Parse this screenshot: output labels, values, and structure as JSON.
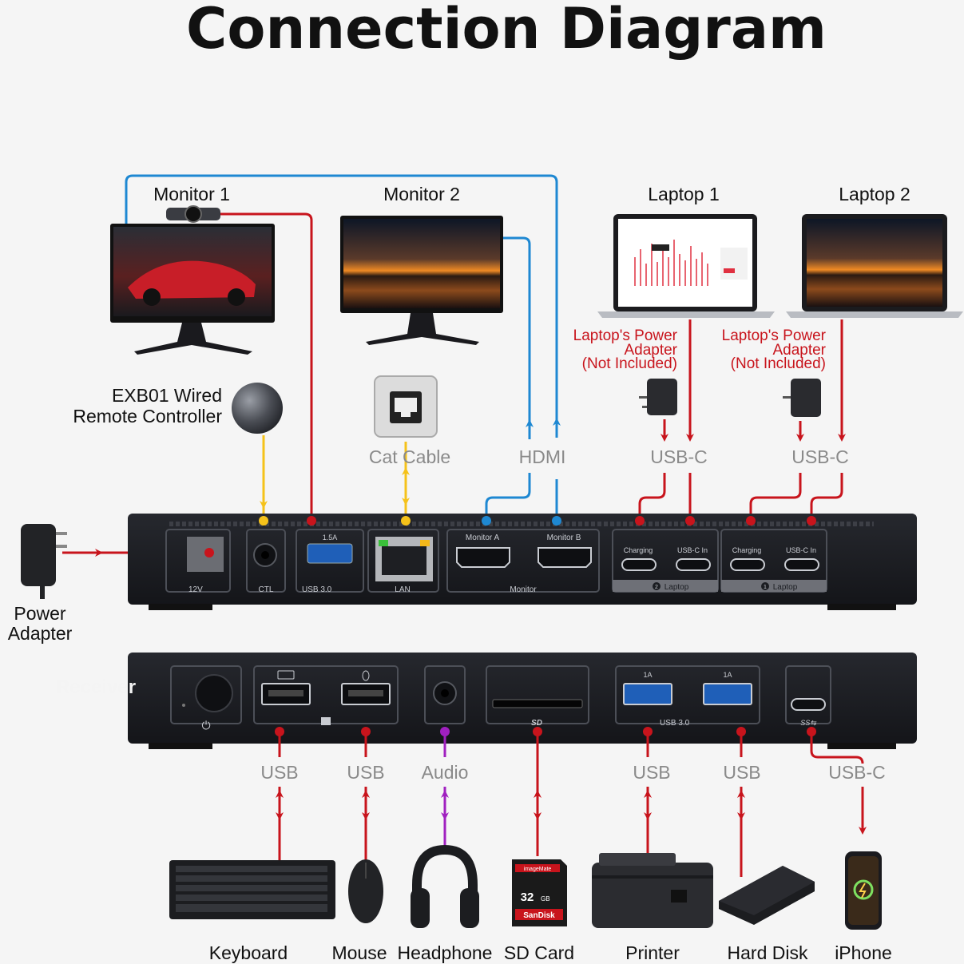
{
  "title": "Connection Diagram",
  "colors": {
    "red": "#c8141c",
    "blue": "#1e88d2",
    "yellow": "#f5c21a",
    "purple": "#a020c0",
    "dock": "#1b1d22",
    "port_label": "#c9ccd2",
    "conn_label": "#8a8a8a"
  },
  "devices": {
    "monitor1": "Monitor 1",
    "monitor2": "Monitor 2",
    "laptop1": "Laptop 1",
    "laptop2": "Laptop 2",
    "remote_line1": "EXB01 Wired",
    "remote_line2": "Remote Controller",
    "power_line1": "Power",
    "power_line2": "Adapter",
    "cat_cable": "Cat Cable",
    "adapter1_line1": "Laptop's Power",
    "adapter1_line2": "Adapter",
    "adapter1_line3": "(Not Included)",
    "adapter2_line1": "Laptop's Power",
    "adapter2_line2": "Adapter",
    "adapter2_line3": "(Not Included)"
  },
  "top_labels": {
    "hdmi": "HDMI",
    "usbc1": "USB-C",
    "usbc2": "USB-C"
  },
  "rear_ports": {
    "power": "12V",
    "ctl": "CTL",
    "usb_rating": "1.5A",
    "usb": "USB 3.0",
    "lan": "LAN",
    "monitor_a": "Monitor A",
    "monitor_b": "Monitor B",
    "monitor": "Monitor",
    "charging1": "Charging",
    "usbc_in1": "USB-C In",
    "charging2": "Charging",
    "usbc_in2": "USB-C In",
    "laptop2": "Laptop",
    "laptop1": "Laptop",
    "laptop2_num": "2",
    "laptop1_num": "1"
  },
  "front_ports": {
    "receiver": "Receiver",
    "usb_rating1": "1A",
    "usb_rating2": "1A",
    "usb": "USB 3.0"
  },
  "bottom_labels": [
    "USB",
    "USB",
    "Audio",
    "USB",
    "USB",
    "USB-C"
  ],
  "peripherals": [
    "Keyboard",
    "Mouse",
    "Headphone",
    "SD Card",
    "Printer",
    "Hard Disk",
    "iPhone"
  ],
  "sd_card": {
    "brand_top": "imageMate",
    "capacity": "32",
    "unit": "GB",
    "brand": "SanDisk"
  }
}
